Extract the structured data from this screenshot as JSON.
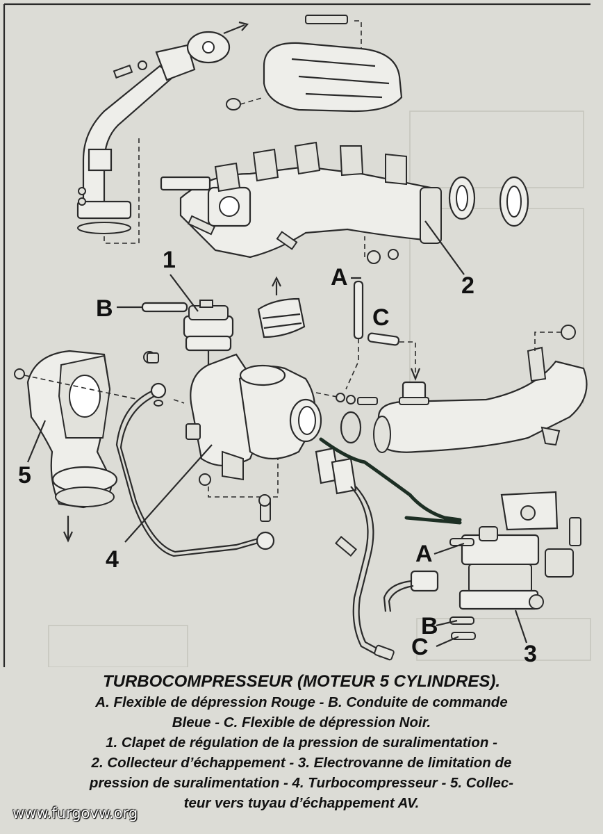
{
  "diagram": {
    "labels": {
      "n1": "1",
      "n2": "2",
      "n3": "3",
      "n4": "4",
      "n5": "5",
      "a_top": "A",
      "b_top": "B",
      "c_top": "C",
      "a_right": "A",
      "b_right": "B",
      "c_right": "C"
    }
  },
  "caption": {
    "title": "TURBOCOMPRESSEUR (MOTEUR 5 CYLINDRES).",
    "lines": [
      "A. Flexible de dépression Rouge - B. Conduite de commande",
      "Bleue - C. Flexible de dépression Noir.",
      "1. Clapet de régulation de la pression de suralimentation -",
      "2. Collecteur d’échappement -  3. Electrovanne de limitation de",
      "pression de suralimentation - 4. Turbocompresseur - 5. Collec-",
      "teur vers tuyau d’échappement AV."
    ]
  },
  "watermark": "www.furgovw.org"
}
